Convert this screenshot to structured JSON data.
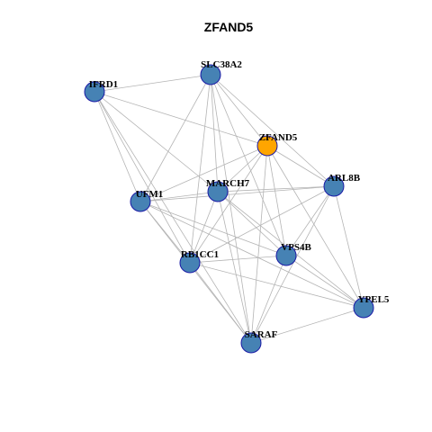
{
  "title": "ZFAND5",
  "colors": {
    "focus_node": "#FFA500",
    "node": "#4682B4",
    "node_border": "#1A1AA6",
    "edge": "#B4B4B4"
  },
  "nodes": [
    {
      "id": "SLC38A2",
      "label": "SLC38A2",
      "focus": false
    },
    {
      "id": "IFRD1",
      "label": "IFRD1",
      "focus": false
    },
    {
      "id": "ZFAND5",
      "label": "ZFAND5",
      "focus": true
    },
    {
      "id": "ARL8B",
      "label": "ARL8B",
      "focus": false
    },
    {
      "id": "MARCH7",
      "label": "MARCH7",
      "focus": false
    },
    {
      "id": "UFM1",
      "label": "UFM1",
      "focus": false
    },
    {
      "id": "VPS4B",
      "label": "VPS4B",
      "focus": false
    },
    {
      "id": "RB1CC1",
      "label": "RB1CC1",
      "focus": false
    },
    {
      "id": "YPEL5",
      "label": "YPEL5",
      "focus": false
    },
    {
      "id": "SARAF",
      "label": "SARAF",
      "focus": false
    }
  ],
  "edges": [
    [
      "IFRD1",
      "SLC38A2"
    ],
    [
      "IFRD1",
      "ZFAND5"
    ],
    [
      "IFRD1",
      "MARCH7"
    ],
    [
      "IFRD1",
      "UFM1"
    ],
    [
      "IFRD1",
      "RB1CC1"
    ],
    [
      "IFRD1",
      "SARAF"
    ],
    [
      "SLC38A2",
      "ZFAND5"
    ],
    [
      "SLC38A2",
      "ARL8B"
    ],
    [
      "SLC38A2",
      "MARCH7"
    ],
    [
      "SLC38A2",
      "UFM1"
    ],
    [
      "SLC38A2",
      "VPS4B"
    ],
    [
      "SLC38A2",
      "RB1CC1"
    ],
    [
      "SLC38A2",
      "SARAF"
    ],
    [
      "ZFAND5",
      "ARL8B"
    ],
    [
      "ZFAND5",
      "MARCH7"
    ],
    [
      "ZFAND5",
      "UFM1"
    ],
    [
      "ZFAND5",
      "VPS4B"
    ],
    [
      "ZFAND5",
      "RB1CC1"
    ],
    [
      "ZFAND5",
      "YPEL5"
    ],
    [
      "ZFAND5",
      "SARAF"
    ],
    [
      "ARL8B",
      "MARCH7"
    ],
    [
      "ARL8B",
      "UFM1"
    ],
    [
      "ARL8B",
      "VPS4B"
    ],
    [
      "ARL8B",
      "RB1CC1"
    ],
    [
      "ARL8B",
      "YPEL5"
    ],
    [
      "ARL8B",
      "SARAF"
    ],
    [
      "MARCH7",
      "UFM1"
    ],
    [
      "MARCH7",
      "VPS4B"
    ],
    [
      "MARCH7",
      "RB1CC1"
    ],
    [
      "MARCH7",
      "YPEL5"
    ],
    [
      "MARCH7",
      "SARAF"
    ],
    [
      "UFM1",
      "VPS4B"
    ],
    [
      "UFM1",
      "RB1CC1"
    ],
    [
      "UFM1",
      "YPEL5"
    ],
    [
      "UFM1",
      "SARAF"
    ],
    [
      "VPS4B",
      "RB1CC1"
    ],
    [
      "VPS4B",
      "YPEL5"
    ],
    [
      "VPS4B",
      "SARAF"
    ],
    [
      "RB1CC1",
      "YPEL5"
    ],
    [
      "RB1CC1",
      "SARAF"
    ],
    [
      "YPEL5",
      "SARAF"
    ]
  ]
}
